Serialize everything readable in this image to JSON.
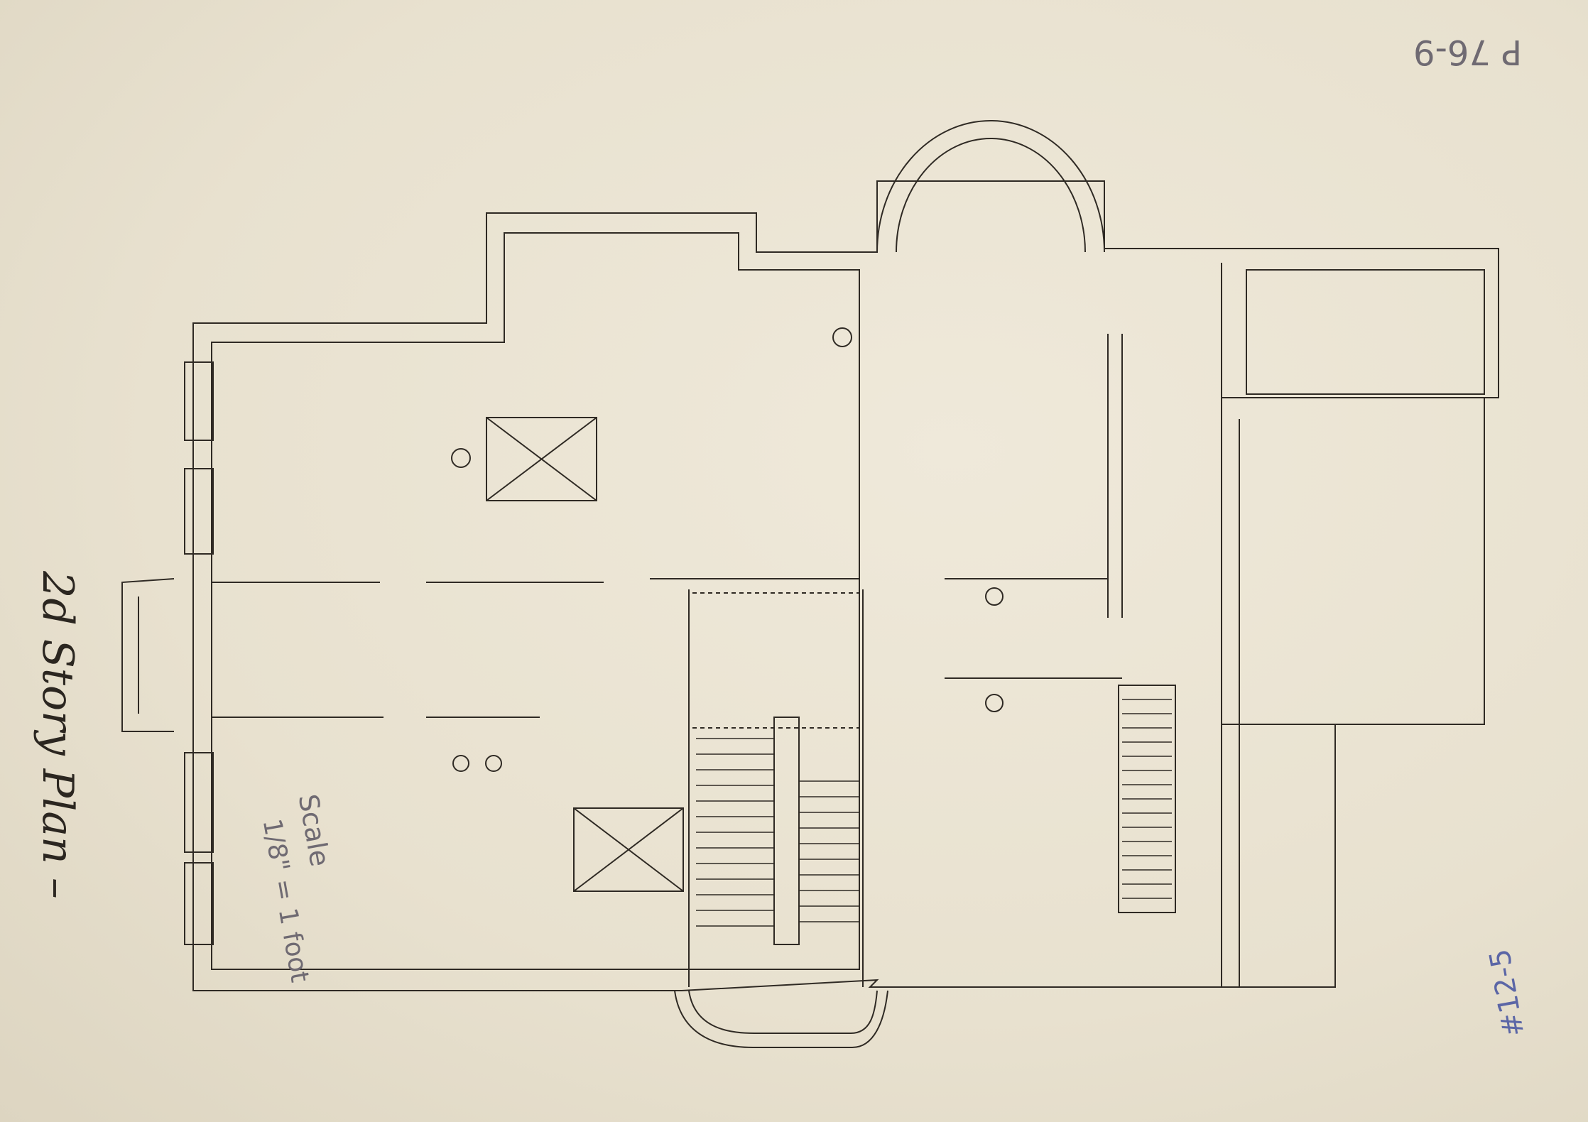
{
  "labels": {
    "title_vertical": "2d Story Plan –",
    "scale_line1": "Scale",
    "scale_line2": "1/8\" = 1 foot",
    "catalog_number": "P 76-9",
    "sheet_number": "#12-5"
  },
  "colors": {
    "paper": "#ece6d6",
    "ink": "#2b2620",
    "pencil": "#6f6a72",
    "blue_pencil": "#5b66a6"
  }
}
